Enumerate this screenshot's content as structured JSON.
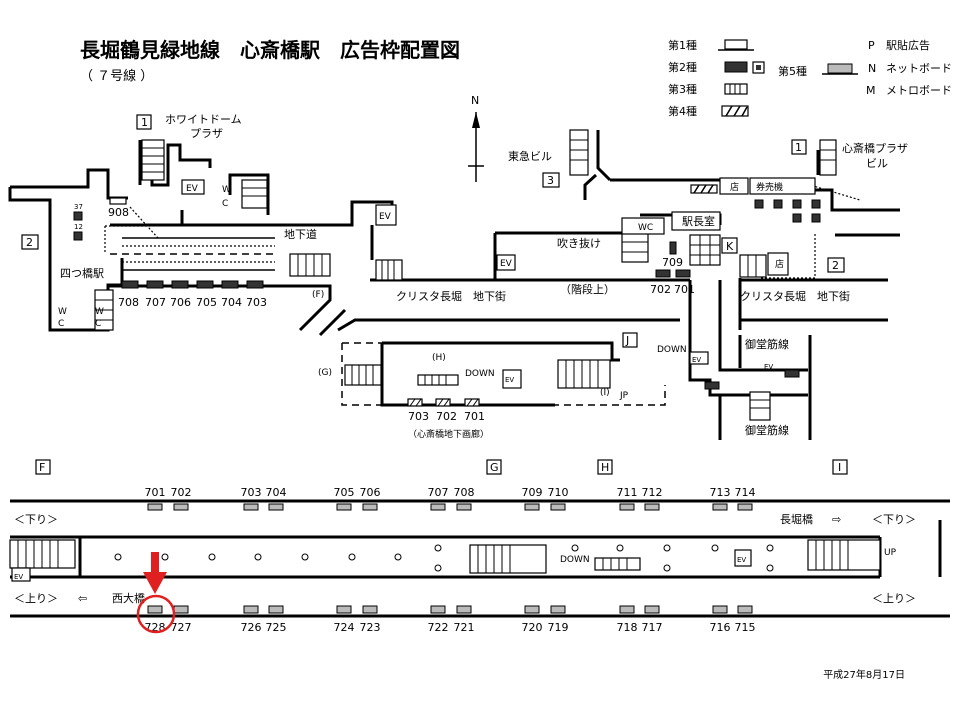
{
  "header": {
    "title": "長堀鶴見緑地線　心斎橋駅　広告枠配置図",
    "subtitle": "（ ７号線 ）"
  },
  "legend": {
    "type1": "第1種",
    "type2": "第2種",
    "type3": "第3種",
    "type4": "第4種",
    "type5": "第5種",
    "p_mark": "P",
    "p_label": "駅貼広告",
    "n_mark": "N",
    "n_label": "ネットボード",
    "m_mark": "M",
    "m_label": "メトロボード"
  },
  "compass": {
    "north": "N"
  },
  "concourse": {
    "exits": {
      "e1_left": "1",
      "e2_left": "2",
      "e3": "3",
      "e1_right": "1",
      "e2_right": "2"
    },
    "white_dome_1": "ホワイトドーム",
    "white_dome_2": "プラザ",
    "tokyu": "東急ビル",
    "shinsaibashi_plaza_1": "心斎橋プラザ",
    "shinsaibashi_plaza_2": "ビル",
    "yotsubashi": "四つ橋駅",
    "underpass": "地下道",
    "crysta_left": "クリスタ長堀　地下街",
    "crysta_right": "クリスタ長堀　地下街",
    "stairs_up": "（階段上）",
    "atrium": "吹き抜け",
    "station_office": "駅長室",
    "ticket_machines": "券売機",
    "shop_1": "店",
    "shop_2": "店",
    "wc": "WC",
    "w": "W",
    "c": "C",
    "ev": "EV",
    "midosuji_1": "御堂筋線",
    "midosuji_2": "御堂筋線",
    "gallery": "（心斎橋地下画廊）",
    "down": "DOWN",
    "up": "UP",
    "jp": "JP",
    "markers": {
      "f": "(F)",
      "g": "(G)",
      "h": "(H)",
      "i": "(Ⅰ)",
      "j": "J",
      "k": "K"
    },
    "small_37": "37",
    "small_12": "12",
    "ads_left": [
      "908",
      "708",
      "707",
      "706",
      "705",
      "704",
      "703"
    ],
    "ads_gallery": [
      "703",
      "702",
      "701"
    ],
    "ads_right": [
      "709",
      "702",
      "701"
    ]
  },
  "platform": {
    "sections": [
      "F",
      "G",
      "H",
      "I"
    ],
    "top_ads": [
      "701",
      "702",
      "703",
      "704",
      "705",
      "706",
      "707",
      "708",
      "709",
      "710",
      "711",
      "712",
      "713",
      "714"
    ],
    "bottom_ads": [
      "728",
      "727",
      "726",
      "725",
      "724",
      "723",
      "722",
      "721",
      "720",
      "719",
      "718",
      "717",
      "716",
      "715"
    ],
    "down_left": "＜下り＞",
    "down_right": "＜下り＞",
    "nagahoribashi": "長堀橋",
    "up_left": "＜上り＞",
    "up_right": "＜上り＞",
    "nishiohashi": "西大橋",
    "highlight_color": "#e02020",
    "highlighted_ad": "728"
  },
  "footer": {
    "date": "平成27年8月17日"
  }
}
